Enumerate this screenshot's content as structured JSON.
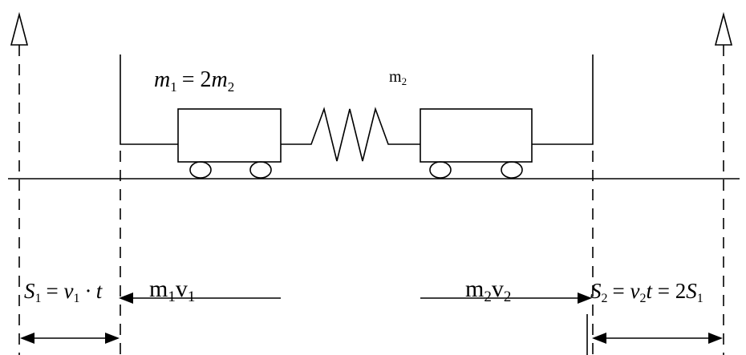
{
  "labels": {
    "mass1": {
      "m": "m",
      "sub1": "1",
      "eq": "= 2",
      "m2": "m",
      "sub2": "2"
    },
    "mass2": {
      "m": "m",
      "sub": "2"
    },
    "momentum1": {
      "m": "m",
      "msub": "1",
      "v": "v",
      "vsub": "1"
    },
    "momentum2": {
      "m": "m",
      "msub": "2",
      "v": "v",
      "vsub": "2"
    },
    "disp1": {
      "S": "S",
      "Ssub": "1",
      "eq": "= ",
      "v": "v",
      "vsub": "1",
      "rest": " · t"
    },
    "disp2": {
      "S": "S",
      "Ssub": "2",
      "eq": "= ",
      "v": "v",
      "vsub": "2",
      "t": "t",
      "eq2": " = 2",
      "S2": "S",
      "S2sub": "1"
    }
  },
  "colors": {
    "ink": "#000000",
    "background": "#ffffff"
  }
}
